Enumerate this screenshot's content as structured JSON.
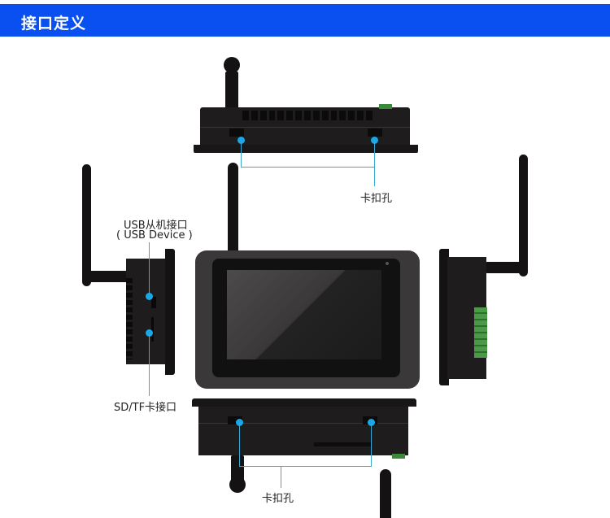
{
  "header": {
    "title": "接口定义",
    "background_color": "#0a50f0"
  },
  "diagram": {
    "subject": "HMI touch panel with antenna - interface definition",
    "callout_color": "#18a8e8",
    "labels": {
      "top_clip": "卡扣孔",
      "usb_line1": "USB从机接口",
      "usb_line2": "( USB Device )",
      "sd_card": "SD/TF卡接口",
      "bottom_clip": "卡扣孔"
    }
  }
}
